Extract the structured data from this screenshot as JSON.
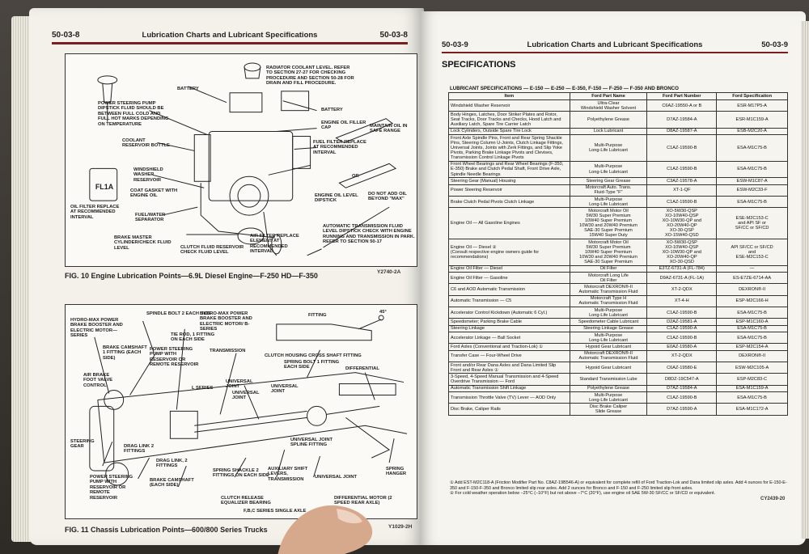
{
  "left_page": {
    "page_number_left": "50-03-8",
    "page_number_right": "50-03-8",
    "title": "Lubrication Charts and Lubricant Specifications",
    "figure1": {
      "caption": "FIG. 10  Engine Lubrication Points—6.9L Diesel Engine—F-250 HD—F-350",
      "code": "Y2740-2A",
      "labels": {
        "radiator": "RADIATOR COOLANT LEVEL. REFER TO SECTION 27-27 FOR CHECKING PROCEDURE AND SECTION 50-28 FOR DRAIN AND FILL PROCEDURE.",
        "battery_top": "BATTERY",
        "pump": "POWER STEERING PUMP DIPSTICK FLUID SHOULD BE BETWEEN FULL COLD AND FULL HOT MARKS DEPENDING ON TEMPERATURE",
        "battery_mid": "BATTERY",
        "oil_cap": "ENGINE OIL FILLER CAP",
        "maintain": "MAINTAIN OIL IN SAFE RANGE",
        "coolant_bottle": "COOLANT RESERVOIR BOTTLE",
        "fuel_filter": "FUEL FILTER REPLACE AT RECOMMENDED INTERVAL",
        "washer": "WINDSHIELD WASHER RESERVOIR",
        "gasket": "COAT GASKET WITH ENGINE OIL",
        "or": "OR",
        "oil_filter": "OIL FILTER REPLACE AT RECOMMENDED INTERVAL",
        "separator": "FUEL/WATER SEPARATOR",
        "dipstick": "ENGINE OIL LEVEL DIPSTICK",
        "no_add": "DO NOT ADD OIL BEYOND \"MAX\"",
        "brake_master": "BRAKE MASTER CYLINDER/CHECK FLUID LEVEL",
        "clutch": "CLUTCH FLUID RESERVOIR CHECK FLUID LEVEL",
        "air_filter": "AIR FILTER REPLACE ELEMENT AT RECOMMENDED INTERVAL",
        "atf": "AUTOMATIC TRANSMISSION FLUID LEVEL DIPSTICK CHECK WITH ENGINE RUNNING AND TRANSMISSION IN PARK. REFER TO SECTION 50-17"
      }
    },
    "figure2": {
      "caption": "FIG. 11  Chassis Lubrication Points—600/800 Series Trucks",
      "code": "Y1029-2H",
      "labels": {
        "spindle": "SPINDLE BOLT 2 EACH SIDE",
        "hydromax_left": "HYDRO-MAX POWER BRAKE BOOSTER AND ELECTRIC MOTOR—SERIES",
        "hydromax_mid": "HYDRO-MAX POWER BRAKE BOOSTER AND ELECTRIC MOTOR/ B-SERIES",
        "tierod": "TIE ROD, 1 FITTING ON EACH SIDE",
        "fitting": "FITTING",
        "deg45": "45°",
        "camshaft": "BRAKE CAMSHAFT 1 FITTING (EACH SIDE)",
        "steer_pump": "POWER STEERING PUMP WITH RESERVOIR OR REMOTE RESERVOIR",
        "transmission": "TRANSMISSION",
        "crossshaft": "CLUTCH HOUSING CROSS SHAFT FITTING",
        "spring_bolt": "SPRING BOLT 1 FITTING EACH SIDE",
        "air_brake": "AIR BRAKE FOOT VALVE CONTROL",
        "universal1": "UNIVERSAL JOINT",
        "universal2": "UNIVERSAL JOINT",
        "differential": "DIFFERENTIAL",
        "universal3": "UNIVERSAL JOINT",
        "steering_gear": "STEERING GEAR",
        "drag_link": "DRAG LINK 2 FITTINGS",
        "drag_link2": "DRAG LINK, 2 FITTINGS",
        "spline": "UNIVERSAL JOINT SPLINE FITTING",
        "spring_shackle": "SPRING SHACKLE 2 FITTINGS ON EACH SIDE",
        "aux_shift": "AUXILIARY SHIFT LEVERS, TRANSMISSION",
        "universal4": "UNIVERSAL JOINT",
        "spring_hanger": "SPRING HANGER",
        "brake_camshaft": "BRAKE CAMSHAFT (EACH SIDE)",
        "power_pump": "POWER STEERING PUMP WITH RESERVOIR OR REMOTE RESERVOIR",
        "clutch_release": "CLUTCH RELEASE EQUALIZER BEARING",
        "rear_axle": "DIFFERENTIAL MOTOR (2 SPEED REAR AXLE)",
        "series_note": "F,B,C SERIES SINGLE AXLE",
        "side_label": "L Series"
      }
    }
  },
  "right_page": {
    "page_number_left": "50-03-9",
    "page_number_right": "50-03-9",
    "title": "Lubrication Charts and Lubricant Specifications",
    "section_heading": "SPECIFICATIONS",
    "table_title": "LUBRICANT SPECIFICATIONS — E-150 — E-250 — E-350, F-150 — F-250 — F-350 AND BRONCO",
    "columns": [
      "Item",
      "Ford Part Name",
      "Ford Part Number",
      "Ford Specification"
    ],
    "rows": [
      [
        "Windshield Washer Reservoir",
        "Ultra-Clear\nWindshield Washer Solvent",
        "C6AZ-19550-A or B",
        "ESR-M17P5-A"
      ],
      [
        "Body Hinges, Latches, Door Striker Plates and Rotor,\nSeat Tracks, Door Tracks and Checks, Hood Latch and\nAuxiliary Latch, Spare Tire Carrier Latch",
        "Polyethylene Grease",
        "D7AZ-19584-A",
        "ESR-M1C159-A"
      ],
      [
        "Lock Cylinders, Outside Spare Tire Lock",
        "Lock Lubricant",
        "D8AZ-19587-A",
        "ESB-M2C20-A"
      ],
      [
        "Front Axle Spindle Pins, Front and Rear Spring Shackle\nPins, Steering Column U-Joints, Clutch Linkage Fittings,\nUniversal Joints, Joints with Zerk Fittings, and Slip Yoke\nPivots, Parking Brake Linkage Pivots and Clevises,\nTransmission Control Linkage Pivots",
        "Multi-Purpose\nLong-Life Lubricant",
        "C1AZ-19590-B",
        "ESA-M1C75-B"
      ],
      [
        "Front Wheel Bearings and Rear Wheel Bearings (F-350,\nE-350) Brake and Clutch Pedal Shaft, Front Drive Axle,\nSpindle Needle Bearings",
        "Multi-Purpose\nLong-Life Lubricant",
        "C1AZ-19590-B",
        "ESA-M1C75-B"
      ],
      [
        "Steering Gear (Manual) Housing",
        "Steering Gear Grease",
        "C3AZ-19578-A",
        "ESW-M1C87-A"
      ],
      [
        "Power Steering Reservoir",
        "Motorcraft Auto. Trans.\nFluid-Type \"F\"",
        "XT-1-QF",
        "ESW-M2C33-F"
      ],
      [
        "Brake Clutch Pedal Pivots Clutch Linkage",
        "Multi-Purpose\nLong-Life Lubricant",
        "C1AZ-19590-B",
        "ESA-M1C75-B"
      ],
      [
        "Engine Oil — All Gasoline Engines",
        "Motorcraft Motor Oil\n5W30 Super Premium\n10W40 Super Premium\n10W30 and 20W40 Premium\nSAE-30 Super Premium\n15W40 Super Duty",
        "XO-5W30-QSP\nXO-10W40-QSP\nXO-10W30-QP and\nXO-20W40-QP\nXO-30-QSP\nXO-15W40-QSD",
        "ESE-M2C153-C\nand API SF or\nSF/CC or SF/CD"
      ],
      [
        "Engine Oil — Diesel ②\n(Consult respective engine owners guide for\nrecommendations)",
        "Motorcraft Motor Oil\n5W30 Super Premium\n10W40 Super Premium\n10W30 and 20W40 Premium\nSAE-30 Super Premium",
        "XO-5W30-QSP\nXO-10W40-QSP\nXO-10W30-QP and\nXO-20W40-QP\nXO-30-QSD",
        "API SF/CC or SF/CD\nand\nESE-M2C153-C"
      ],
      [
        "Engine Oil Filter — Diesel",
        "Oil Filter",
        "E3TZ-6731-A (FL-784)",
        "—"
      ],
      [
        "Engine Oil Filter — Gasoline",
        "Motorcraft Long Life\nOil Filter",
        "D9AZ-6731-A (FL-1A)",
        "ES-E7ZE-6714-AA"
      ],
      [
        "C6 and AOD Automatic Transmission",
        "Motorcraft DEXRON®-II\nAutomatic Transmission Fluid",
        "XT-2-QDX",
        "DEXRON®-II"
      ],
      [
        "Automatic Transmission — C5",
        "Motorcraft Type H\nAutomatic Transmission Fluid",
        "XT-4-H",
        "ESP-M2C166-H"
      ],
      [
        "Accelerator Control Kickdown (Automatic 6 Cyl.)",
        "Multi-Purpose\nLong-Life Lubricant",
        "C1AZ-19590-B",
        "ESA-M1C75-B"
      ],
      [
        "Speedometer; Parking Brake Cable",
        "Speedometer Cable Lubricant",
        "D2AZ-19581-A",
        "ESP-M1C160-A"
      ],
      [
        "Steering Linkage",
        "Steering Linkage Grease",
        "C1AZ-19590-A",
        "ESA-M1C75-B"
      ],
      [
        "Accelerator Linkage — Ball Socket",
        "Multi-Purpose\nLong-Life Lubricant",
        "C1AZ-19590-B",
        "ESA-M1C75-B"
      ],
      [
        "Ford Axles (Conventional and Traction-Lok) ①",
        "Hypoid Gear Lubricant",
        "E0AZ-19580-A",
        "ESP-M2C154-A"
      ],
      [
        "Transfer Case — Four-Wheel Drive",
        "Motorcraft DEXRON®-II\nAutomatic Transmission Fluid",
        "XT-2-QDX",
        "DEXRON®-II"
      ],
      [
        "Front and/or Rear Dana Axles and Dana Limited Slip\nFront and Rear Axles ①",
        "Hypoid Gear Lubricant",
        "C6AZ-19580-E",
        "ESW-M2C105-A"
      ],
      [
        "3-Speed, 4-Speed Manual Transmission and 4-Speed\nOverdrive Transmission — Ford",
        "Standard Transmission Lube",
        "D8DZ-19C547-A",
        "ESP-M2C83-C"
      ],
      [
        "Automatic Transmission Shift Linkage",
        "Polyethylene Grease",
        "D7AZ-19584-A",
        "ESA-M1C159-A"
      ],
      [
        "Transmission Throttle Valve (TV) Lever — AOD Only",
        "Multi-Purpose\nLong-Life Lubricant",
        "C1AZ-19590-B",
        "ESA-M1C75-B"
      ],
      [
        "Disc Brake, Caliper Rails",
        "Disc Brake Caliper\nSlide Grease",
        "D7AZ-19590-A",
        "ESA-M1C172-A"
      ]
    ],
    "footnote1": "① Add EST-M2C118-A (Friction Modifier Part No. C8AZ-19B546-A) or equivalent for complete refill of Ford Traction-Lok and Dana limited slip axles. Add 4 ounces for E-150-E-350 and F-150-F-350 and Bronco limited slip rear axles. Add 2 ounces for Bronco and F-150 and F-250 limited slip front axles.",
    "footnote2": "② For cold weather operation below −25°C (−10°F) but not above −7°C (20°F), use engine oil SAE 5W-30 SF/CC or SF/CD or equivalent.",
    "code": "CY2439-20"
  },
  "colors": {
    "header_rule": "#7a1f1f",
    "paper": "#f6f4ee",
    "ink": "#111111"
  }
}
